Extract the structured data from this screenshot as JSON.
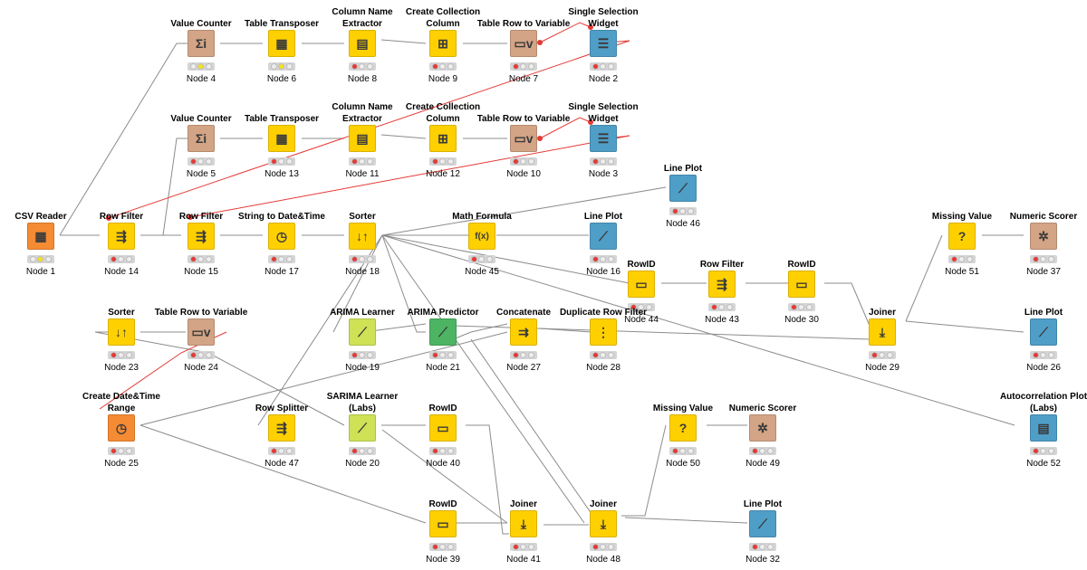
{
  "workflow": {
    "nodes": [
      {
        "id": "n4",
        "title": "Value Counter",
        "label": "Node 4",
        "color": "tan",
        "icon": "sigma-icon",
        "glyph": "Σi",
        "status": "yellow"
      },
      {
        "id": "n6",
        "title": "Table Transposer",
        "label": "Node 6",
        "color": "yellow",
        "icon": "grid-icon",
        "glyph": "▦",
        "status": "yellow"
      },
      {
        "id": "n8",
        "title": "Column Name Extractor",
        "label": "Node 8",
        "color": "yellow",
        "icon": "column-extract-icon",
        "glyph": "▤",
        "status": "red"
      },
      {
        "id": "n9",
        "title": "Create Collection Column",
        "label": "Node 9",
        "color": "yellow",
        "icon": "collection-icon",
        "glyph": "⊞",
        "status": "red"
      },
      {
        "id": "n7",
        "title": "Table Row to Variable",
        "label": "Node 7",
        "color": "tan",
        "icon": "row-to-variable-icon",
        "glyph": "▭v",
        "status": "red"
      },
      {
        "id": "n2",
        "title": "Single Selection Widget",
        "label": "Node 2",
        "color": "blue",
        "icon": "widget-icon",
        "glyph": "☰",
        "status": "red"
      },
      {
        "id": "n5",
        "title": "Value Counter",
        "label": "Node 5",
        "color": "tan",
        "icon": "sigma-icon",
        "glyph": "Σi",
        "status": "red"
      },
      {
        "id": "n13",
        "title": "Table Transposer",
        "label": "Node 13",
        "color": "yellow",
        "icon": "grid-icon",
        "glyph": "▦",
        "status": "red"
      },
      {
        "id": "n11",
        "title": "Column Name Extractor",
        "label": "Node 11",
        "color": "yellow",
        "icon": "column-extract-icon",
        "glyph": "▤",
        "status": "red"
      },
      {
        "id": "n12",
        "title": "Create Collection Column",
        "label": "Node 12",
        "color": "yellow",
        "icon": "collection-icon",
        "glyph": "⊞",
        "status": "red"
      },
      {
        "id": "n10",
        "title": "Table Row to Variable",
        "label": "Node 10",
        "color": "tan",
        "icon": "row-to-variable-icon",
        "glyph": "▭v",
        "status": "red"
      },
      {
        "id": "n3",
        "title": "Single Selection Widget",
        "label": "Node 3",
        "color": "blue",
        "icon": "widget-icon",
        "glyph": "☰",
        "status": "red"
      },
      {
        "id": "n46",
        "title": "Line Plot",
        "label": "Node 46",
        "color": "blue",
        "icon": "line-plot-icon",
        "glyph": "⟋",
        "status": "red"
      },
      {
        "id": "n1",
        "title": "CSV Reader",
        "label": "Node 1",
        "color": "orange",
        "icon": "csv-reader-icon",
        "glyph": "▦",
        "status": "yellow"
      },
      {
        "id": "n14",
        "title": "Row Filter",
        "label": "Node 14",
        "color": "yellow",
        "icon": "row-filter-icon",
        "glyph": "⇶",
        "status": "red"
      },
      {
        "id": "n15",
        "title": "Row Filter",
        "label": "Node 15",
        "color": "yellow",
        "icon": "row-filter-icon",
        "glyph": "⇶",
        "status": "red"
      },
      {
        "id": "n17",
        "title": "String to Date&Time",
        "label": "Node 17",
        "color": "yellow",
        "icon": "date-time-icon",
        "glyph": "◷",
        "status": "red"
      },
      {
        "id": "n18",
        "title": "Sorter",
        "label": "Node 18",
        "color": "yellow",
        "icon": "sort-icon",
        "glyph": "↓↑",
        "status": "red"
      },
      {
        "id": "n45",
        "title": "Math Formula",
        "label": "Node 45",
        "color": "yellow",
        "icon": "math-formula-icon",
        "glyph": "f(x)",
        "status": "red"
      },
      {
        "id": "n16",
        "title": "Line Plot",
        "label": "Node 16",
        "color": "blue",
        "icon": "line-plot-icon",
        "glyph": "⟋",
        "status": "red"
      },
      {
        "id": "n51",
        "title": "Missing Value",
        "label": "Node 51",
        "color": "yellow",
        "icon": "missing-value-icon",
        "glyph": "?",
        "status": "red"
      },
      {
        "id": "n37",
        "title": "Numeric Scorer",
        "label": "Node 37",
        "color": "tan",
        "icon": "scorer-icon",
        "glyph": "✲",
        "status": "red"
      },
      {
        "id": "n44",
        "title": "RowID",
        "label": "Node 44",
        "color": "yellow",
        "icon": "rowid-icon",
        "glyph": "▭",
        "status": "red"
      },
      {
        "id": "n43",
        "title": "Row Filter",
        "label": "Node 43",
        "color": "yellow",
        "icon": "row-filter-icon",
        "glyph": "⇶",
        "status": "red"
      },
      {
        "id": "n30",
        "title": "RowID",
        "label": "Node 30",
        "color": "yellow",
        "icon": "rowid-icon",
        "glyph": "▭",
        "status": "red"
      },
      {
        "id": "n23",
        "title": "Sorter",
        "label": "Node 23",
        "color": "yellow",
        "icon": "sort-icon",
        "glyph": "↓↑",
        "status": "red"
      },
      {
        "id": "n24",
        "title": "Table Row to Variable",
        "label": "Node 24",
        "color": "tan",
        "icon": "row-to-variable-icon",
        "glyph": "▭v",
        "status": "red"
      },
      {
        "id": "n19",
        "title": "ARIMA Learner",
        "label": "Node 19",
        "color": "lime",
        "icon": "arima-learner-icon",
        "glyph": "⟋",
        "status": "red"
      },
      {
        "id": "n21",
        "title": "ARIMA Predictor",
        "label": "Node 21",
        "color": "green",
        "icon": "arima-predictor-icon",
        "glyph": "⟋",
        "status": "red"
      },
      {
        "id": "n27",
        "title": "Concatenate",
        "label": "Node 27",
        "color": "yellow",
        "icon": "concatenate-icon",
        "glyph": "⇉",
        "status": "red"
      },
      {
        "id": "n28",
        "title": "Duplicate Row Filter",
        "label": "Node 28",
        "color": "yellow",
        "icon": "duplicate-filter-icon",
        "glyph": "⋮",
        "status": "red"
      },
      {
        "id": "n29",
        "title": "Joiner",
        "label": "Node 29",
        "color": "yellow",
        "icon": "joiner-icon",
        "glyph": "⤓",
        "status": "red"
      },
      {
        "id": "n26",
        "title": "Line Plot",
        "label": "Node 26",
        "color": "blue",
        "icon": "line-plot-icon",
        "glyph": "⟋",
        "status": "red"
      },
      {
        "id": "n25",
        "title": "Create Date&Time Range",
        "label": "Node 25",
        "color": "orange",
        "icon": "date-time-range-icon",
        "glyph": "◷",
        "status": "red"
      },
      {
        "id": "n47",
        "title": "Row Splitter",
        "label": "Node 47",
        "color": "yellow",
        "icon": "row-splitter-icon",
        "glyph": "⇶",
        "status": "red"
      },
      {
        "id": "n20",
        "title": "SARIMA Learner (Labs)",
        "label": "Node 20",
        "color": "lime",
        "icon": "sarima-learner-icon",
        "glyph": "⟋",
        "status": "red"
      },
      {
        "id": "n40",
        "title": "RowID",
        "label": "Node 40",
        "color": "yellow",
        "icon": "rowid-icon",
        "glyph": "▭",
        "status": "red"
      },
      {
        "id": "n50",
        "title": "Missing Value",
        "label": "Node 50",
        "color": "yellow",
        "icon": "missing-value-icon",
        "glyph": "?",
        "status": "red"
      },
      {
        "id": "n49",
        "title": "Numeric Scorer",
        "label": "Node 49",
        "color": "tan",
        "icon": "scorer-icon",
        "glyph": "✲",
        "status": "red"
      },
      {
        "id": "n52",
        "title": "Autocorrelation Plot (Labs)",
        "label": "Node 52",
        "color": "blue",
        "icon": "autocorrelation-icon",
        "glyph": "▤",
        "status": "red"
      },
      {
        "id": "n39",
        "title": "RowID",
        "label": "Node 39",
        "color": "yellow",
        "icon": "rowid-icon",
        "glyph": "▭",
        "status": "red"
      },
      {
        "id": "n41",
        "title": "Joiner",
        "label": "Node 41",
        "color": "yellow",
        "icon": "joiner-icon",
        "glyph": "⤓",
        "status": "red"
      },
      {
        "id": "n48",
        "title": "Joiner",
        "label": "Node 48",
        "color": "yellow",
        "icon": "joiner-icon",
        "glyph": "⤓",
        "status": "red"
      },
      {
        "id": "n32",
        "title": "Line Plot",
        "label": "Node 32",
        "color": "blue",
        "icon": "line-plot-icon",
        "glyph": "⟋",
        "status": "red"
      }
    ],
    "colors": {
      "yellow": "#ffd000",
      "tan": "#d3a485",
      "orange": "#f58b33",
      "blue": "#4f9ec7",
      "green": "#4db463",
      "lime": "#cfe155",
      "wire": "#8c8c8c",
      "flow_variable": "#e53935",
      "status_red": "#e53935",
      "status_yellow": "#f6e21a",
      "status_off": "#eeeeee"
    }
  }
}
